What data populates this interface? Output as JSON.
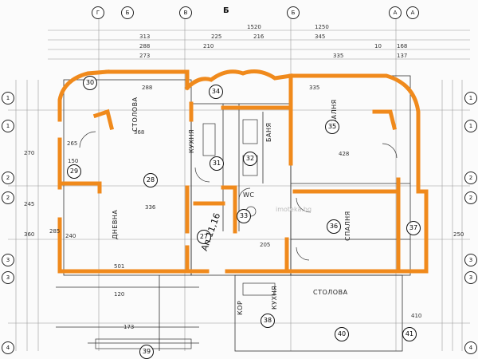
{
  "top_axes": [
    "Г",
    "Б",
    "В",
    "Б",
    "А",
    "А"
  ],
  "left_axes": [
    "1",
    "1",
    "2",
    "2",
    "3",
    "3",
    "4"
  ],
  "right_axes": [
    "1",
    "1",
    "2",
    "2",
    "3",
    "3",
    "4"
  ],
  "section_mark": "Б",
  "top_dims": [
    "1520",
    "313",
    "225",
    "216",
    "345",
    "1250",
    "288",
    "210",
    "273",
    "335",
    "10",
    "168",
    "137"
  ],
  "rooms": {
    "living_left": "ДНЕВНА",
    "dining_left": "СТОЛОВА",
    "kitchen_left": "КУХНЯ",
    "bath": "БАНЯ",
    "wc": "WC",
    "bedroom_top": "СПАЛНЯ",
    "bedroom_mid": "СПАЛНЯ",
    "dining_bottom": "СТОЛОВА",
    "kitchen_bottom": "КУХНЯ",
    "corridor": "КОР"
  },
  "room_numbers": [
    "30",
    "29",
    "28",
    "34",
    "31",
    "32",
    "33",
    "35",
    "36",
    "37",
    "27",
    "38",
    "39",
    "40",
    "41"
  ],
  "apartment_label": "Ап.11,16",
  "dims": {
    "d288": "288",
    "d335": "335",
    "d368": "368",
    "d336": "336",
    "d501": "501",
    "d428": "428",
    "d205": "205",
    "d270": "270",
    "d245": "245",
    "d360": "360",
    "d285": "285",
    "d250": "250",
    "d120": "120",
    "d150": "150",
    "d173": "173",
    "d240": "240",
    "d265": "265",
    "d410": "410"
  },
  "watermark": "imoteka.bg",
  "colors": {
    "wall": "#f08a1c",
    "line": "#2a2a2a",
    "paper": "#fbfbfb"
  }
}
